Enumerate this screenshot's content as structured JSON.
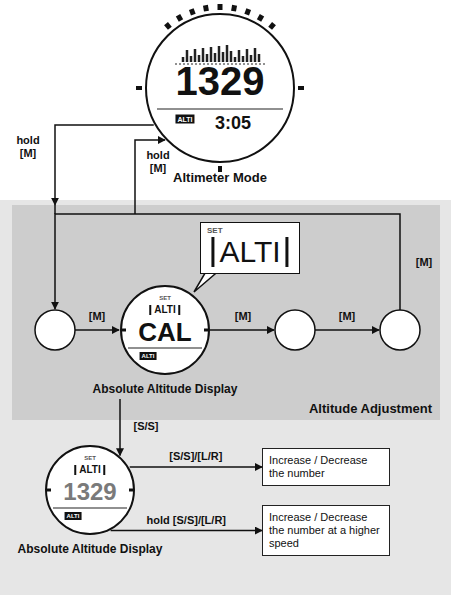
{
  "diagram": {
    "nodes": [
      {
        "text": [
          "1329",
          "ALTI",
          "3:05",
          "Altimeter Mode"
        ]
      },
      {
        "text": [
          "Altitude Adjustment"
        ]
      },
      {
        "text": [
          "SET",
          "ALTI"
        ],
        "in": 1
      },
      {
        "text": [
          "SET",
          "ALTI",
          "CAL",
          "ALTI",
          "Absolute Altitude Display"
        ],
        "in": 1
      },
      {
        "text": [
          "SET",
          "ALTI",
          "1329",
          "ALTI",
          "Absolute Altitude Display"
        ]
      },
      {
        "text": [
          "Increase / Decrease the number"
        ]
      },
      {
        "text": [
          "Increase / Decrease the number at a higher speed"
        ]
      }
    ],
    "edges": [
      {
        "from": 0,
        "to": 1,
        "arrow": "to",
        "label": "hold [M]"
      },
      {
        "from": 1,
        "to": 0,
        "arrow": "to",
        "label": "hold [M]"
      },
      {
        "from": 3,
        "to": 4,
        "arrow": "to",
        "label": "[S/S]"
      },
      {
        "from": 4,
        "to": 5,
        "arrow": "to",
        "label": "[S/S]/[L/R]"
      },
      {
        "from": 4,
        "to": 6,
        "arrow": "to",
        "label": "hold [S/S]/[L/R]"
      }
    ],
    "labels": [
      "[M]",
      "[M]",
      "[M]",
      "[M]"
    ]
  }
}
